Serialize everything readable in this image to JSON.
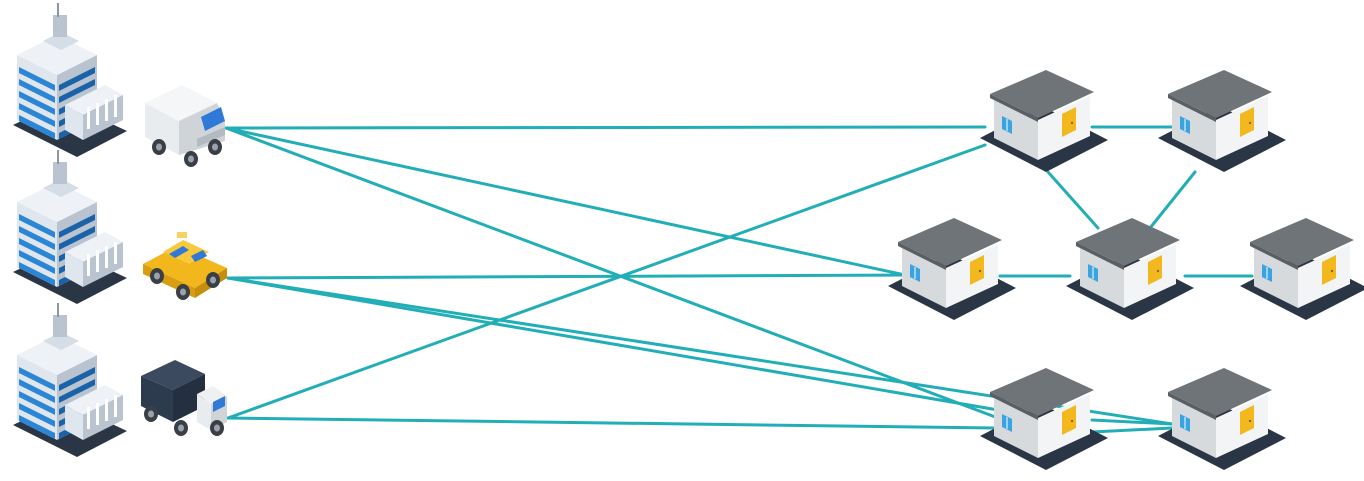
{
  "colors": {
    "link": "#22aeb7",
    "tower_light": "#dfe6ee",
    "tower_side": "#b9c4d0",
    "tower_stripe": "#2b86d6",
    "tower_stripe_dark": "#1b63a8",
    "base_dark": "#2a3645",
    "roof": "#6f7479",
    "roof_dark": "#5a5f64",
    "wall_light": "#f3f4f5",
    "wall_side": "#d7dadd",
    "door": "#f3b81e",
    "window": "#3aa4e0",
    "van_body": "#e9ecef",
    "van_window": "#2f79d9",
    "taxi_body": "#f2b71c",
    "truck_cargo": "#2d3b4e",
    "wheel": "#3a3f45"
  },
  "origins": [
    {
      "building": "hq-building",
      "vehicle": "van"
    },
    {
      "building": "hq-building",
      "vehicle": "taxi"
    },
    {
      "building": "hq-building",
      "vehicle": "truck"
    }
  ],
  "warehouses": [
    {
      "id": "wh-top-left"
    },
    {
      "id": "wh-top-right"
    },
    {
      "id": "wh-mid-left"
    },
    {
      "id": "wh-mid-center"
    },
    {
      "id": "wh-mid-right"
    },
    {
      "id": "wh-bottom-left"
    },
    {
      "id": "wh-bottom-right"
    }
  ],
  "connections": [
    [
      "van",
      "wh-top-left"
    ],
    [
      "van",
      "wh-mid-left"
    ],
    [
      "van",
      "wh-bottom-left"
    ],
    [
      "taxi",
      "wh-mid-left"
    ],
    [
      "taxi",
      "wh-bottom-left"
    ],
    [
      "taxi",
      "wh-bottom-right"
    ],
    [
      "truck",
      "wh-top-left"
    ],
    [
      "truck",
      "wh-bottom-left"
    ],
    [
      "wh-top-left",
      "wh-top-right"
    ],
    [
      "wh-top-left",
      "wh-mid-center"
    ],
    [
      "wh-top-right",
      "wh-mid-center"
    ],
    [
      "wh-mid-left",
      "wh-mid-center"
    ],
    [
      "wh-mid-center",
      "wh-mid-right"
    ],
    [
      "wh-bottom-left",
      "wh-bottom-right"
    ]
  ]
}
